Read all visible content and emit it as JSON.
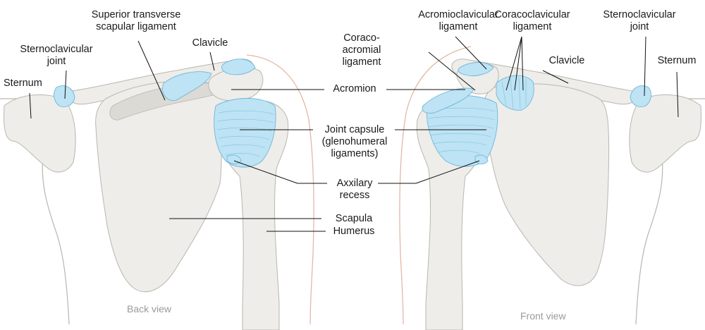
{
  "colors": {
    "bone_fill": "#eeede9",
    "bone_shade": "#dcdad4",
    "bone_outline": "#b9b6ae",
    "body_outline": "#e3b8a6",
    "ligament": "#bde3f4",
    "ligament_line": "#6fb7da",
    "leader": "#111111"
  },
  "labels": {
    "superior_transverse": "Superior transverse\nscapular ligament",
    "clavicle_back": "Clavicle",
    "sternoclavicular_back": "Sternoclavicular\njoint",
    "sternum_back": "Sternum",
    "acromion": "Acromion",
    "joint_capsule": "Joint capsule\n(glenohumeral\nligaments)",
    "axillary_recess": "Axxilary\nrecess",
    "scapula": "Scapula",
    "humerus": "Humerus",
    "acromioclavicular": "Acromioclavicular\nligament",
    "coracoclavicular": "Coracoclavicular\nligament",
    "sternoclavicular_front": "Sternoclavicular\njoint",
    "coracoacromial": "Coraco-\nacromial\nligament",
    "clavicle_front": "Clavicle",
    "sternum_front": "Sternum"
  },
  "captions": {
    "back_view": "Back view",
    "front_view": "Front view"
  }
}
